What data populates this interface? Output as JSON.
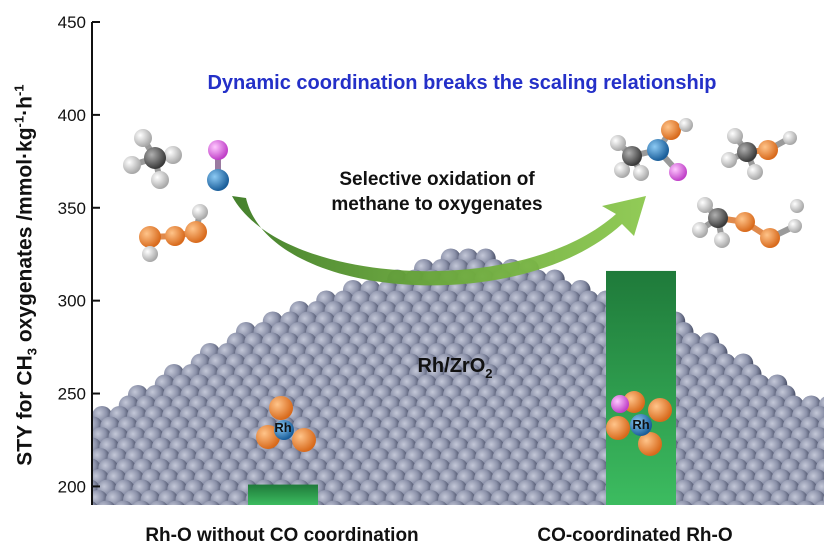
{
  "chart_data": {
    "type": "bar",
    "title": "Dynamic coordination breaks the scaling relationship",
    "ylabel": "STY for CH3 oxygenates /mmol·kg-1·h-1",
    "ylim": [
      190,
      450
    ],
    "yticks": [
      200,
      250,
      300,
      350,
      400,
      450
    ],
    "categories": [
      "Rh-O without CO coordination",
      "CO-coordinated Rh-O"
    ],
    "values": [
      201,
      316
    ],
    "annotations": {
      "arrow_label_line1": "Selective oxidation of",
      "arrow_label_line2": "methane to oxygenates",
      "surface_label": "Rh/ZrO2",
      "metal_label_left": "Rh",
      "metal_label_right": "Rh"
    }
  },
  "colors": {
    "title": "#2430c8",
    "bar_dark": "#1f7a3a",
    "bar_light": "#36b45a",
    "arrow": "#5a9a2c",
    "surface_atom": "#8a90a8",
    "oxygen": "#ef8a3c",
    "carbon": "#6b6b6b",
    "hydrogen": "#eeeeee",
    "rhodium": "#2f86c8",
    "co_atom": "#e070e0"
  }
}
